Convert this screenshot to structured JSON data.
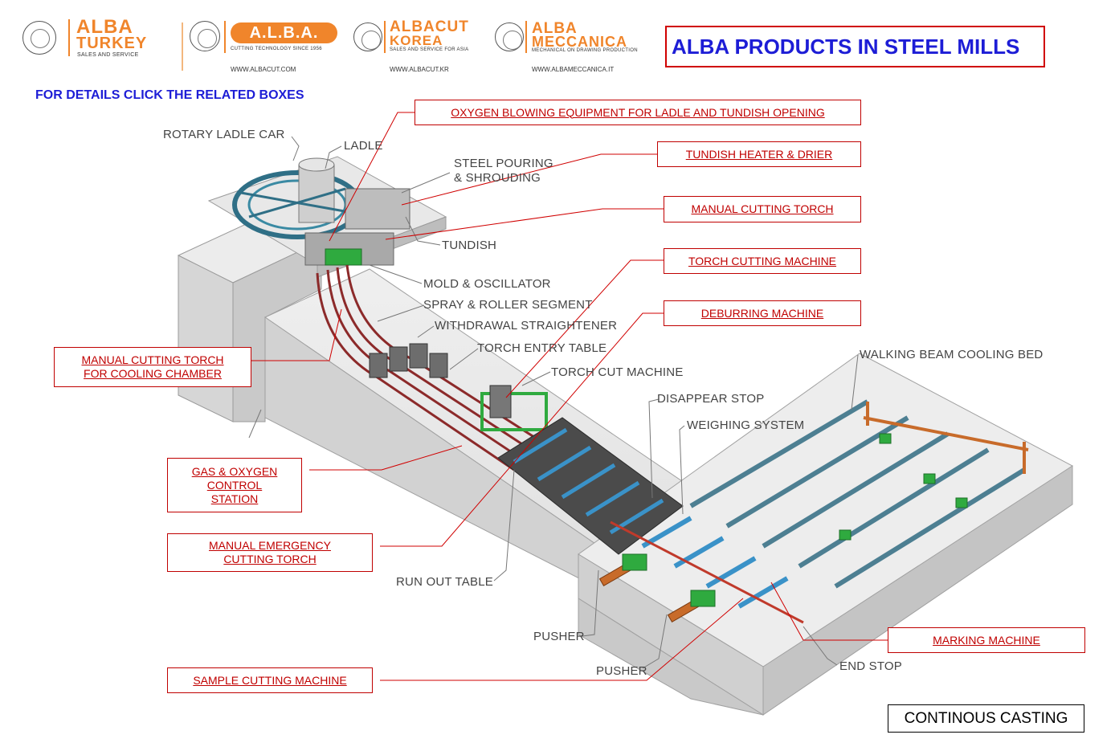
{
  "logos": {
    "alba_turkey": {
      "line1": "ALBA",
      "line2": "TURKEY",
      "sub": "SALES AND SERVICE"
    },
    "alba": {
      "name": "A.L.B.A.",
      "sub": "CUTTING TECHNOLOGY SINCE 1956",
      "web": "WWW.ALBACUT.COM"
    },
    "albacut_korea": {
      "line1": "ALBACUT",
      "line2": "KOREA",
      "sub": "SALES AND SERVICE FOR ASIA",
      "web": "WWW.ALBACUT.KR"
    },
    "alba_meccanica": {
      "line1": "ALBA",
      "line2": "MECCANICA",
      "sub": "MECHANICAL ON DRAWING PRODUCTION",
      "web": "WWW.ALBAMECCANICA.IT"
    }
  },
  "page_title": "ALBA PRODUCTS IN STEEL MILLS",
  "instruction": "FOR DETAILS CLICK THE RELATED BOXES",
  "link_boxes": {
    "oxygen_blowing": "OXYGEN BLOWING EQUIPMENT FOR LADLE AND TUNDISH OPENING",
    "tundish_heater": "TUNDISH HEATER & DRIER",
    "manual_cutting_torch": "MANUAL CUTTING TORCH",
    "torch_cutting_machine": "TORCH CUTTING MACHINE",
    "deburring_machine": "DEBURRING MACHINE",
    "manual_cutting_torch_cooling_l1": "MANUAL CUTTING TORCH",
    "manual_cutting_torch_cooling_l2": "FOR COOLING CHAMBER",
    "gas_oxygen_l1": "GAS & OXYGEN",
    "gas_oxygen_l2": "CONTROL",
    "gas_oxygen_l3": "STATION",
    "manual_emergency_l1": "MANUAL EMERGENCY",
    "manual_emergency_l2": "CUTTING TORCH",
    "marking_machine": "MARKING MACHINE",
    "sample_cutting_machine": "SAMPLE CUTTING MACHINE"
  },
  "plant_labels": {
    "rotary_ladle_car": "ROTARY LADLE CAR",
    "ladle": "LADLE",
    "steel_pouring_l1": "STEEL POURING",
    "steel_pouring_l2": "& SHROUDING",
    "tundish": "TUNDISH",
    "mold_oscillator": "MOLD & OSCILLATOR",
    "spray_roller": "SPRAY & ROLLER SEGMENT",
    "withdrawal": "WITHDRAWAL STRAIGHTENER",
    "torch_entry": "TORCH ENTRY TABLE",
    "torch_cut": "TORCH CUT MACHINE",
    "walking_beam": "WALKING BEAM COOLING BED",
    "disappear_stop": "DISAPPEAR STOP",
    "weighing": "WEIGHING SYSTEM",
    "run_out": "RUN OUT TABLE",
    "pusher_1": "PUSHER",
    "pusher_2": "PUSHER",
    "end_stop": "END STOP"
  },
  "caption": "CONTINOUS CASTING",
  "colors": {
    "link_red": "#c00000",
    "title_blue": "#1d1dd6",
    "logo_orange": "#f0852b"
  }
}
